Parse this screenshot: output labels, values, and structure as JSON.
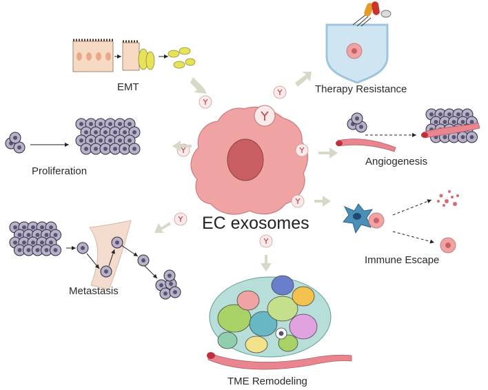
{
  "title": "EC exosomes",
  "processes": {
    "emt": "EMT",
    "therapy_resistance": "Therapy Resistance",
    "proliferation": "Proliferation",
    "angiogenesis": "Angiogenesis",
    "metastasis": "Metastasis",
    "immune_escape": "Immune Escape",
    "tme_remodeling": "TME Remodeling"
  },
  "colors": {
    "tumor_cell": "#f0a3a3",
    "tumor_nucleus": "#c95f62",
    "arrow": "#d8d8c8",
    "vessel": "#e8858e",
    "tumor_cluster": "#b8b3c8",
    "emt_yellow": "#e8e25a"
  },
  "icons": {
    "exosome": "y-receptor-vesicle-icon",
    "drug": "pill-capsule-icon"
  }
}
